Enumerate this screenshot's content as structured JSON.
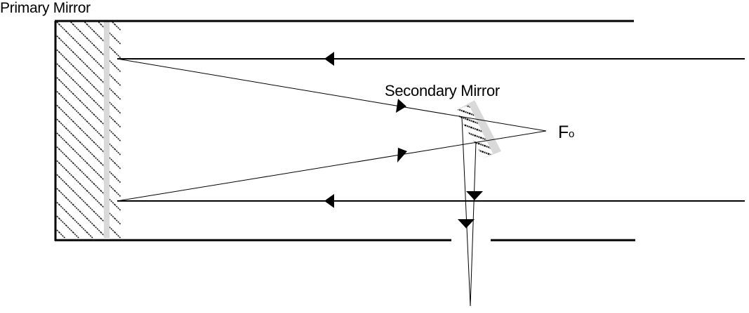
{
  "labels": {
    "primary_mirror": "Primary Mirror",
    "secondary_mirror": "Secondary Mirror",
    "focus": "F",
    "focus_sub": "o"
  },
  "colors": {
    "line": "#000000",
    "mirror_face": "#d9d9d9",
    "hatch": "#000000",
    "background": "#ffffff"
  }
}
